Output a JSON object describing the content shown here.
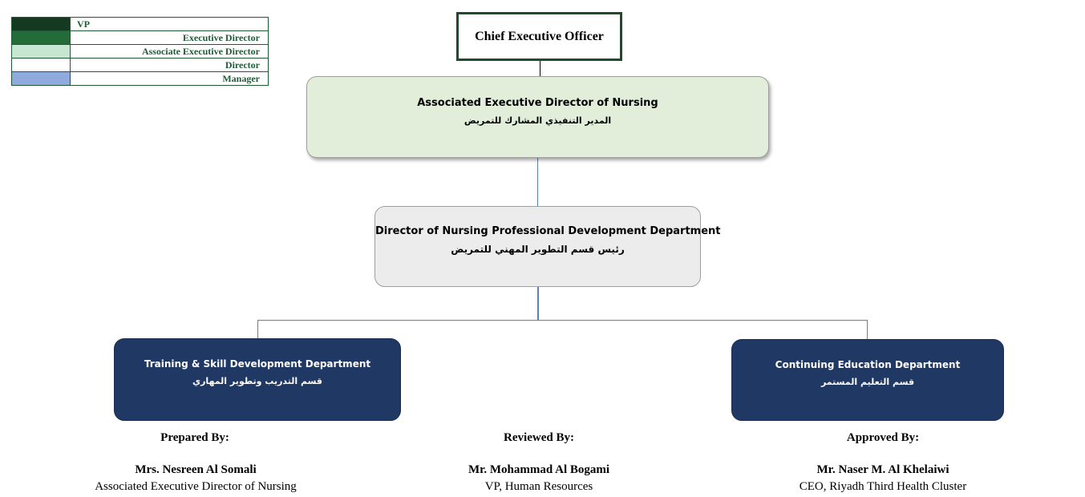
{
  "legend": [
    {
      "label": "VP",
      "color": "#143a22"
    },
    {
      "label": "Executive Director",
      "color": "#246b3a"
    },
    {
      "label": "Associate Executive Director",
      "color": "#c7e6d1"
    },
    {
      "label": "Director",
      "color": "#ffffff"
    },
    {
      "label": "Manager",
      "color": "#8faadc"
    }
  ],
  "chart": {
    "ceo": "Chief Executive Officer",
    "associate": {
      "en": "Associated Executive Director of Nursing",
      "ar": "المدير التنفيذي المشارك للتمريض"
    },
    "director": {
      "en": "Director of Nursing Professional Development Department",
      "ar": "رئيس قسم التطوير المهني للتمريض"
    },
    "departments": [
      {
        "en": "Training & Skill Development Department",
        "ar": "قسم التدريب وتطوير المهاري"
      },
      {
        "en": "Continuing Education Department",
        "ar": "قسم التعليم المستمر"
      }
    ]
  },
  "signatures": [
    {
      "heading": "Prepared By:",
      "name": "Mrs. Nesreen Al Somali",
      "title": "Associated Executive Director of Nursing"
    },
    {
      "heading": "Reviewed By:",
      "name": "Mr. Mohammad Al Bogami",
      "title": "VP, Human Resources"
    },
    {
      "heading": "Approved By:",
      "name": "Mr. Naser M. Al Khelaiwi",
      "title": "CEO, Riyadh Third Health Cluster"
    }
  ]
}
